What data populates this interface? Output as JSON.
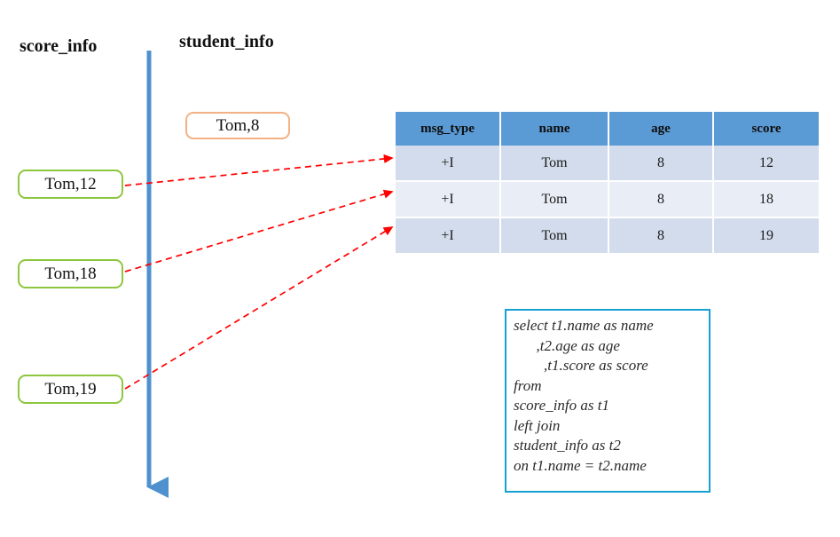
{
  "diagram": {
    "streams": [
      {
        "id": "score_info",
        "label": "score_info"
      },
      {
        "id": "student_info",
        "label": "student_info"
      }
    ],
    "colors": {
      "stream_arrow": "#4F91CF",
      "table_header": "#5B9BD5",
      "row_band_a": "#D3DCEC",
      "row_band_b": "#E9EDF6",
      "green_border": "#8DC63F",
      "orange_border": "#F3B183",
      "flow_arrow": "#FF0000",
      "sql_border": "#16A0D4"
    },
    "events": [
      {
        "id": "tom8",
        "label": "Tom,8",
        "stream": "student_info",
        "style": "orange"
      },
      {
        "id": "tom12",
        "label": "Tom,12",
        "stream": "score_info",
        "style": "green"
      },
      {
        "id": "tom18",
        "label": "Tom,18",
        "stream": "score_info",
        "style": "green"
      },
      {
        "id": "tom19",
        "label": "Tom,19",
        "stream": "score_info",
        "style": "green"
      }
    ]
  },
  "result_table": {
    "columns": [
      "msg_type",
      "name",
      "age",
      "score"
    ],
    "rows": [
      {
        "msg_type": "+I",
        "name": "Tom",
        "age": "8",
        "score": "12"
      },
      {
        "msg_type": "+I",
        "name": "Tom",
        "age": "8",
        "score": "18"
      },
      {
        "msg_type": "+I",
        "name": "Tom",
        "age": "8",
        "score": "19"
      }
    ]
  },
  "sql": {
    "lines": [
      "select t1.name as name",
      "      ,t2.age as age",
      "        ,t1.score as score",
      "from",
      "score_info as t1",
      "left join",
      "student_info as t2",
      "on t1.name = t2.name"
    ]
  }
}
